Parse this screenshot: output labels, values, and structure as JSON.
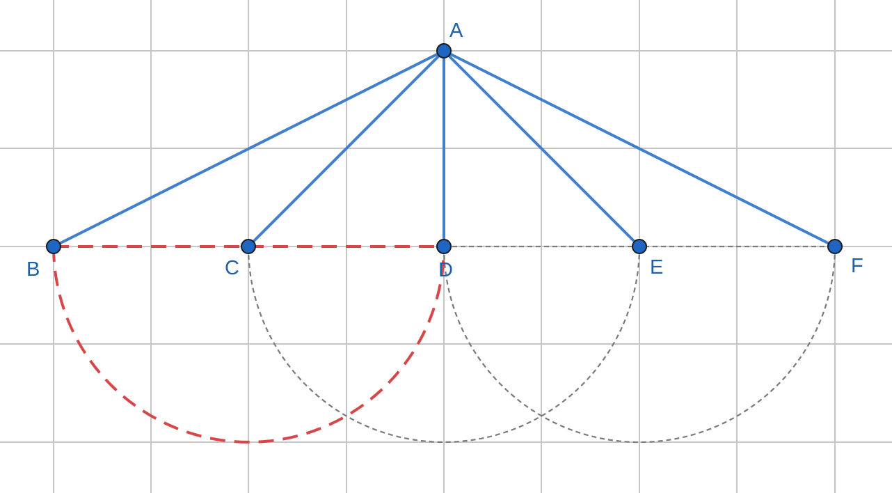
{
  "points": [
    {
      "id": "A",
      "label": "A"
    },
    {
      "id": "B",
      "label": "B"
    },
    {
      "id": "C",
      "label": "C"
    },
    {
      "id": "D",
      "label": "D"
    },
    {
      "id": "E",
      "label": "E"
    },
    {
      "id": "F",
      "label": "F"
    }
  ],
  "segments": [
    {
      "from": "A",
      "to": "B",
      "style": "solid"
    },
    {
      "from": "A",
      "to": "C",
      "style": "solid"
    },
    {
      "from": "A",
      "to": "D",
      "style": "solid"
    },
    {
      "from": "A",
      "to": "E",
      "style": "solid"
    },
    {
      "from": "A",
      "to": "F",
      "style": "solid"
    },
    {
      "from": "B",
      "to": "D",
      "style": "dashed"
    },
    {
      "from": "D",
      "to": "F",
      "style": "dashed"
    }
  ],
  "semicircles": [
    {
      "diameter": [
        "B",
        "D"
      ],
      "style": "dashed"
    },
    {
      "diameter": [
        "C",
        "E"
      ],
      "style": "dashed"
    },
    {
      "diameter": [
        "D",
        "F"
      ],
      "style": "dashed"
    }
  ],
  "colors": {
    "segment": "#3f7fcc",
    "point_fill": "#1f66c2",
    "label": "#1f5fb0",
    "highlight_dash": "#d7474a",
    "construction_dash": "#7a7a7a",
    "grid": "#c6c6c6"
  }
}
